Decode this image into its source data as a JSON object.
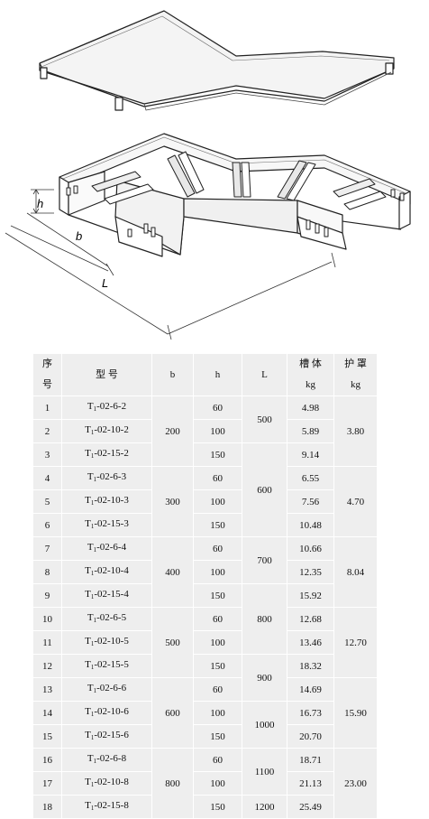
{
  "dimension_labels": {
    "h": "h",
    "b": "b",
    "L": "L"
  },
  "table": {
    "headers": {
      "index": [
        "序",
        "号"
      ],
      "model": "型 号",
      "b": "b",
      "h": "h",
      "L": "L",
      "trough_weight": [
        "槽 体",
        "kg"
      ],
      "cover_weight": [
        "护 罩",
        "kg"
      ]
    },
    "rows": [
      {
        "no": "1",
        "model_prefix": "T",
        "model_sub": "1",
        "model_suffix": "-02-6-2",
        "h": "60",
        "trough": "4.98"
      },
      {
        "no": "2",
        "model_prefix": "T",
        "model_sub": "1",
        "model_suffix": "-02-10-2",
        "h": "100",
        "trough": "5.89"
      },
      {
        "no": "3",
        "model_prefix": "T",
        "model_sub": "1",
        "model_suffix": "-02-15-2",
        "h": "150",
        "trough": "9.14"
      },
      {
        "no": "4",
        "model_prefix": "T",
        "model_sub": "1",
        "model_suffix": "-02-6-3",
        "h": "60",
        "trough": "6.55"
      },
      {
        "no": "5",
        "model_prefix": "T",
        "model_sub": "1",
        "model_suffix": "-02-10-3",
        "h": "100",
        "trough": "7.56"
      },
      {
        "no": "6",
        "model_prefix": "T",
        "model_sub": "1",
        "model_suffix": "-02-15-3",
        "h": "150",
        "trough": "10.48"
      },
      {
        "no": "7",
        "model_prefix": "T",
        "model_sub": "1",
        "model_suffix": "-02-6-4",
        "h": "60",
        "trough": "10.66"
      },
      {
        "no": "8",
        "model_prefix": "T",
        "model_sub": "1",
        "model_suffix": "-02-10-4",
        "h": "100",
        "trough": "12.35"
      },
      {
        "no": "9",
        "model_prefix": "T",
        "model_sub": "1",
        "model_suffix": "-02-15-4",
        "h": "150",
        "trough": "15.92"
      },
      {
        "no": "10",
        "model_prefix": "T",
        "model_sub": "1",
        "model_suffix": "-02-6-5",
        "h": "60",
        "trough": "12.68"
      },
      {
        "no": "11",
        "model_prefix": "T",
        "model_sub": "1",
        "model_suffix": "-02-10-5",
        "h": "100",
        "trough": "13.46"
      },
      {
        "no": "12",
        "model_prefix": "T",
        "model_sub": "1",
        "model_suffix": "-02-15-5",
        "h": "150",
        "trough": "18.32"
      },
      {
        "no": "13",
        "model_prefix": "T",
        "model_sub": "1",
        "model_suffix": "-02-6-6",
        "h": "60",
        "trough": "14.69"
      },
      {
        "no": "14",
        "model_prefix": "T",
        "model_sub": "1",
        "model_suffix": "-02-10-6",
        "h": "100",
        "trough": "16.73"
      },
      {
        "no": "15",
        "model_prefix": "T",
        "model_sub": "1",
        "model_suffix": "-02-15-6",
        "h": "150",
        "trough": "20.70"
      },
      {
        "no": "16",
        "model_prefix": "T",
        "model_sub": "1",
        "model_suffix": "-02-6-8",
        "h": "60",
        "trough": "18.71"
      },
      {
        "no": "17",
        "model_prefix": "T",
        "model_sub": "1",
        "model_suffix": "-02-10-8",
        "h": "100",
        "trough": "21.13"
      },
      {
        "no": "18",
        "model_prefix": "T",
        "model_sub": "1",
        "model_suffix": "-02-15-8",
        "h": "150",
        "trough": "25.49"
      }
    ],
    "b_groups": [
      {
        "start": 0,
        "span": 3,
        "value": "200"
      },
      {
        "start": 3,
        "span": 3,
        "value": "300"
      },
      {
        "start": 6,
        "span": 3,
        "value": "400"
      },
      {
        "start": 9,
        "span": 3,
        "value": "500"
      },
      {
        "start": 12,
        "span": 3,
        "value": "600"
      },
      {
        "start": 15,
        "span": 3,
        "value": "800"
      }
    ],
    "L_groups": [
      {
        "start": 0,
        "span": 2,
        "value": "500"
      },
      {
        "start": 2,
        "span": 4,
        "value": "600"
      },
      {
        "start": 6,
        "span": 2,
        "value": "700"
      },
      {
        "start": 8,
        "span": 3,
        "value": "800"
      },
      {
        "start": 11,
        "span": 2,
        "value": "900"
      },
      {
        "start": 13,
        "span": 2,
        "value": "1000"
      },
      {
        "start": 15,
        "span": 2,
        "value": "1100"
      },
      {
        "start": 17,
        "span": 1,
        "value": "1200"
      }
    ],
    "cover_groups": [
      {
        "start": 0,
        "span": 3,
        "value": "3.80"
      },
      {
        "start": 3,
        "span": 3,
        "value": "4.70"
      },
      {
        "start": 6,
        "span": 3,
        "value": "8.04"
      },
      {
        "start": 9,
        "span": 3,
        "value": "12.70"
      },
      {
        "start": 12,
        "span": 3,
        "value": "15.90"
      },
      {
        "start": 15,
        "span": 3,
        "value": "23.00"
      }
    ]
  }
}
